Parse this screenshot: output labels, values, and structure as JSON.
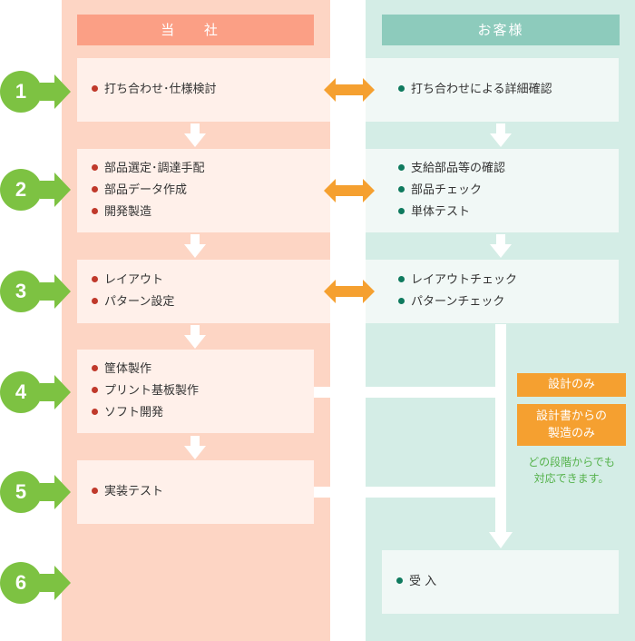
{
  "headers": {
    "company": "当 社",
    "customer": "お客様"
  },
  "steps": [
    "1",
    "2",
    "3",
    "4",
    "5",
    "6"
  ],
  "company_boxes": [
    [
      "打ち合わせ･仕様検討"
    ],
    [
      "部品選定･調達手配",
      "部品データ作成",
      "開発製造"
    ],
    [
      "レイアウト",
      "パターン設定"
    ],
    [
      "筐体製作",
      "プリント基板製作",
      "ソフト開発"
    ],
    [
      "実装テスト"
    ]
  ],
  "customer_boxes": [
    [
      "打ち合わせによる詳細確認"
    ],
    [
      "支給部品等の確認",
      "部品チェック",
      "単体テスト"
    ],
    [
      "レイアウトチェック",
      "パターンチェック"
    ],
    [
      "受 入"
    ]
  ],
  "tags": {
    "design_only": "設計のみ",
    "mfg_line1": "設計書からの",
    "mfg_line2": "製造のみ"
  },
  "note": {
    "line1": "どの段階からでも",
    "line2": "対応できます。"
  },
  "colors": {
    "company_bg": "#fdd5c4",
    "company_header": "#fb9f85",
    "customer_bg": "#d4ede6",
    "customer_header": "#8dcbbc",
    "step_green": "#7dc242",
    "exchange_orange": "#f5a030",
    "tag_orange": "#f5a030",
    "note_green": "#55b24b"
  }
}
